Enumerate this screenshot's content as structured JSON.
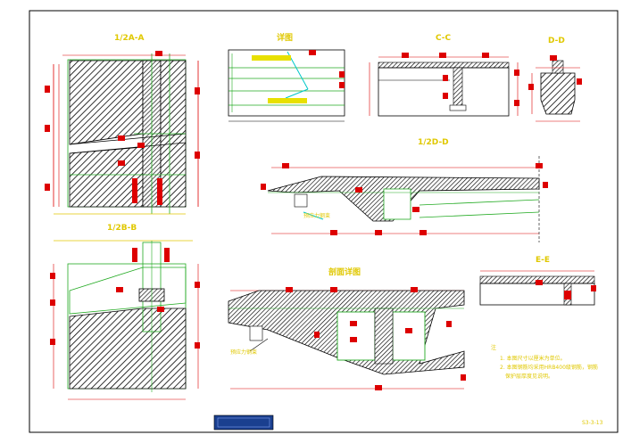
{
  "drawing": {
    "view_titles": [
      "1/2A-A",
      "详图",
      "C-C",
      "D-D",
      "1/2B-B",
      "1/2D-D",
      "剖面详图",
      "E-E"
    ],
    "leader_labels": {
      "detail_top": "",
      "detail_bottom": "",
      "bb_callout": "预应力钢束",
      "section_callout": "预应力钢束"
    },
    "notes": {
      "heading": "注",
      "line1": "1. 本图尺寸以厘米为单位。",
      "line2": "2. 本图钢筋均采用HRB400级钢筋，钢筋",
      "line3": "保护层厚度见说明。"
    },
    "sheet_code": "S3-3-13",
    "colors": {
      "outline": "#000000",
      "hatch": "#000000",
      "dimension": "#dd0000",
      "centerline": "#22aa22",
      "text": "#e0c800",
      "titleblock": "#1a3f8f",
      "leader": "#00c8c8"
    }
  }
}
